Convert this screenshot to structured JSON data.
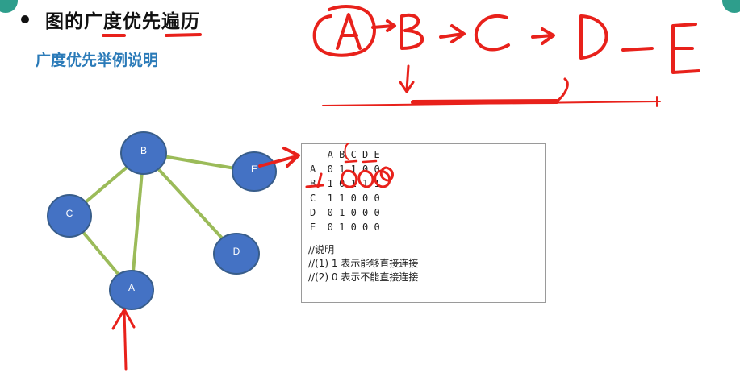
{
  "slide": {
    "title": "图的广度优先遍历",
    "subtitle": "广度优先举例说明"
  },
  "graph": {
    "nodes": [
      {
        "id": "A",
        "label": "A"
      },
      {
        "id": "B",
        "label": "B"
      },
      {
        "id": "C",
        "label": "C"
      },
      {
        "id": "D",
        "label": "D"
      },
      {
        "id": "E",
        "label": "E"
      }
    ],
    "edges": [
      [
        "A",
        "B"
      ],
      [
        "A",
        "C"
      ],
      [
        "B",
        "C"
      ],
      [
        "B",
        "D"
      ],
      [
        "B",
        "E"
      ]
    ],
    "node_color": "#4472c4",
    "edge_color": "#9bbb59"
  },
  "matrix": {
    "rows": [
      "   A B C D E",
      "A  0 1 1 0 0",
      "B  1 0 1 1 1",
      "C  1 1 0 0 0",
      "D  0 1 0 0 0",
      "E  0 1 0 0 0"
    ]
  },
  "notes": {
    "heading": "//说明",
    "line1": "//(1) 1 表示能够直接连接",
    "line2": "//(2) 0 表示不能直接连接"
  },
  "annotation": {
    "color": "#e8211b",
    "traversal": [
      "A",
      "B",
      "C",
      "D",
      "E"
    ]
  },
  "theme": {
    "accent": "#2e9e8c",
    "subtitle_color": "#2a7ab8"
  }
}
